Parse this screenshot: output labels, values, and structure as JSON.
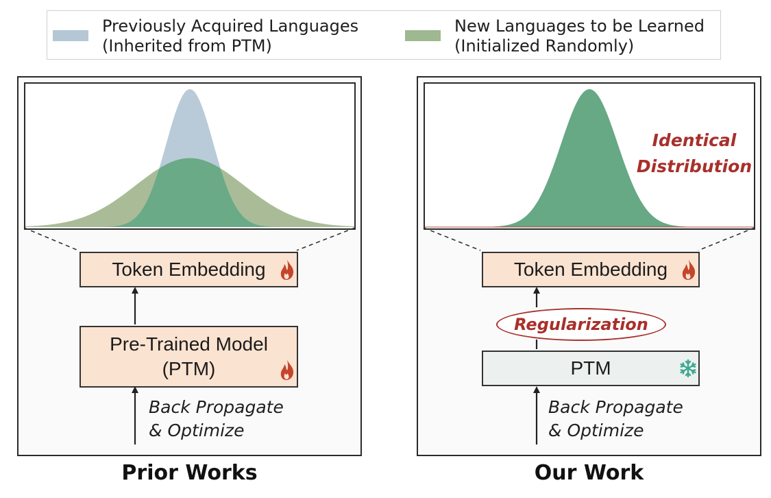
{
  "legend": {
    "previous": {
      "line1": "Previously Acquired Languages",
      "line2": "(Inherited from PTM)",
      "color": "#b5c7d5"
    },
    "new": {
      "line1": "New Languages to be Learned",
      "line2": "(Initialized Randomly)",
      "color": "#9eb890"
    }
  },
  "colors": {
    "overlap": "#6aaa86",
    "new_only": "#a9bc97",
    "prev_only": "#b9cbd8",
    "identical": "#67a885",
    "accent_red": "#a8302b",
    "box_peach": "#fbe3d1",
    "box_grey": "#ecf0ee"
  },
  "left_panel": {
    "title": "Prior Works",
    "embedding_label": "Token Embedding",
    "embedding_icon": "flame-icon",
    "model_label_line1": "Pre-Trained Model",
    "model_label_line2": "(PTM)",
    "model_icon": "flame-icon",
    "note_line1": "Back Propagate",
    "note_line2": "& Optimize"
  },
  "right_panel": {
    "title": "Our Work",
    "annotation_line1": "Identical",
    "annotation_line2": "Distribution",
    "embedding_label": "Token Embedding",
    "embedding_icon": "flame-icon",
    "regularization_label": "Regularization",
    "model_label": "PTM",
    "model_icon": "snowflake-icon",
    "note_line1": "Back Propagate",
    "note_line2": "& Optimize"
  },
  "chart_data": [
    {
      "type": "area",
      "panel": "Prior Works",
      "series": [
        {
          "name": "Previously Acquired Languages",
          "distribution": "gaussian",
          "mean": 0,
          "std": 0.5,
          "relative_peak": 1.0
        },
        {
          "name": "New Languages to be Learned",
          "distribution": "gaussian",
          "mean": 0,
          "std": 1.15,
          "relative_peak": 0.5
        }
      ],
      "xlim": [
        -3.5,
        3.5
      ],
      "grid": false
    },
    {
      "type": "area",
      "panel": "Our Work",
      "series": [
        {
          "name": "Previously Acquired Languages / New Languages to be Learned",
          "distribution": "gaussian",
          "mean": 0,
          "std": 0.6,
          "relative_peak": 1.0
        }
      ],
      "xlim": [
        -3.5,
        3.5
      ],
      "grid": false
    }
  ]
}
